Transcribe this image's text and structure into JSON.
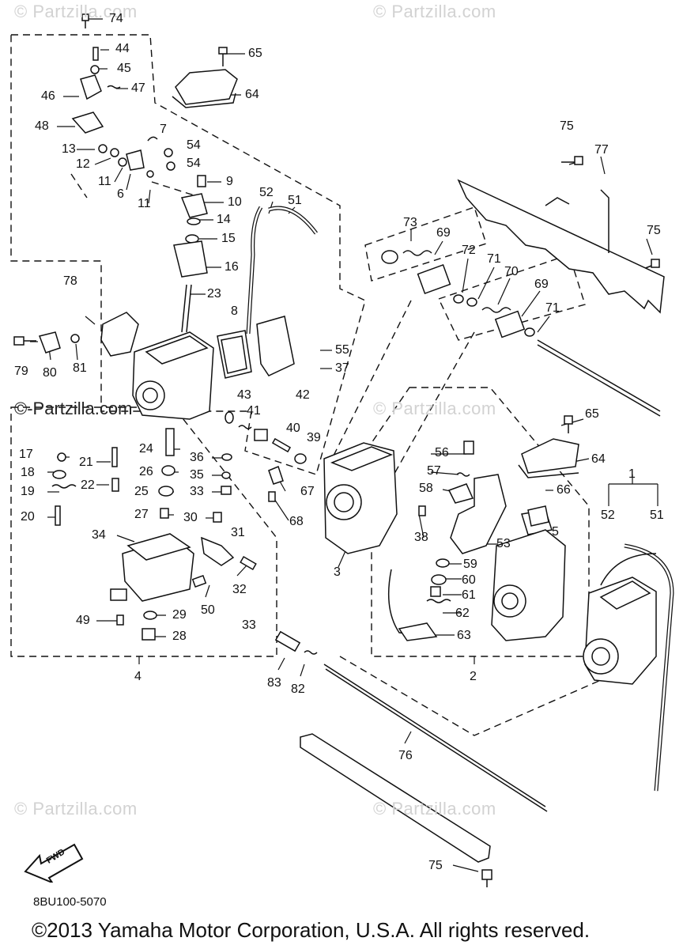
{
  "watermarks": [
    {
      "text": "© Partzilla.com"
    },
    {
      "text": "© Partzilla.com"
    },
    {
      "text": "©-Partzilla.com"
    },
    {
      "text": "© Partzilla.com"
    },
    {
      "text": "© Partzilla.com"
    },
    {
      "text": "© Partzilla.com"
    }
  ],
  "callouts": [
    "74",
    "44",
    "45",
    "47",
    "46",
    "48",
    "7",
    "54",
    "54",
    "13",
    "12",
    "11",
    "6",
    "11",
    "9",
    "10",
    "14",
    "15",
    "16",
    "65",
    "64",
    "52",
    "51",
    "73",
    "69",
    "72",
    "71",
    "70",
    "69",
    "71",
    "75",
    "77",
    "75",
    "78",
    "23",
    "8",
    "55",
    "37",
    "79",
    "80",
    "81",
    "43",
    "42",
    "41",
    "40",
    "39",
    "17",
    "21",
    "24",
    "36",
    "18",
    "26",
    "35",
    "19",
    "22",
    "25",
    "33",
    "20",
    "27",
    "30",
    "31",
    "34",
    "32",
    "50",
    "49",
    "29",
    "28",
    "33",
    "4",
    "67",
    "68",
    "3",
    "56",
    "57",
    "58",
    "38",
    "53",
    "59",
    "60",
    "61",
    "62",
    "63",
    "2",
    "65",
    "64",
    "66",
    "1",
    "52",
    "51",
    "5",
    "83",
    "82",
    "76",
    "75"
  ],
  "fwd_label": "FWD",
  "doc_code": "8BU100-5070",
  "copyright": "©2013 Yamaha Motor Corporation, U.S.A. All rights reserved."
}
